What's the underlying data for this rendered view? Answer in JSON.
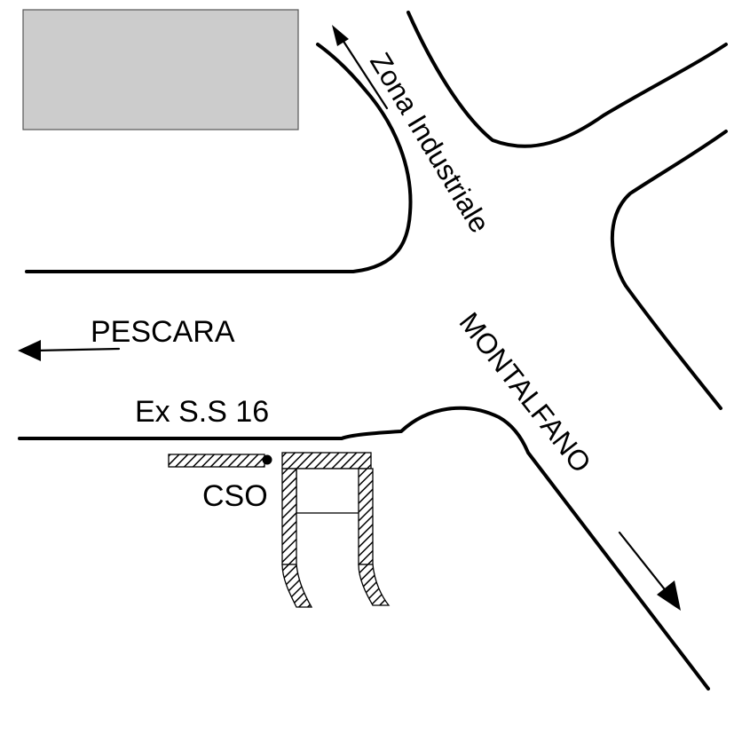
{
  "labels": {
    "zona_industriale": "Zona Industriale",
    "pescara": "PESCARA",
    "ex_ss16": "Ex S.S 16",
    "cso": "CSO",
    "montalfano": "MONTALFANO"
  },
  "colors": {
    "building_fill": "#cccccc",
    "line": "#000000",
    "background": "#ffffff"
  },
  "icons": [
    "arrow-up-left-icon",
    "arrow-left-icon",
    "arrow-down-right-icon",
    "cso-point-icon"
  ]
}
